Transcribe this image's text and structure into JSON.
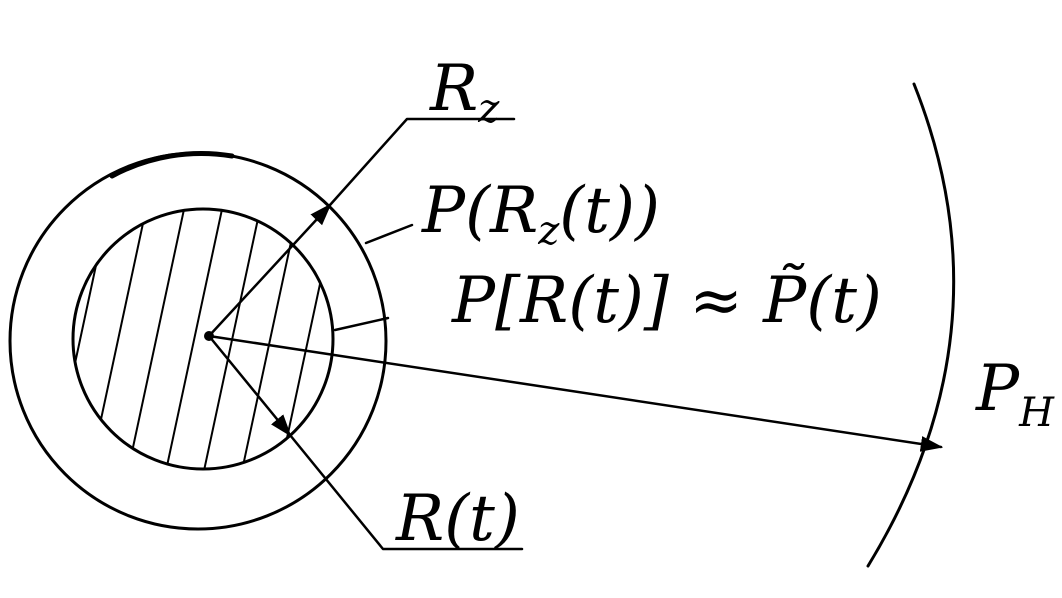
{
  "labels": {
    "rz_main": "R",
    "rz_sub": "z",
    "p_rz": "P(R",
    "p_rz_sub": "z",
    "p_rz_close": "(t))",
    "p_rt": "P[R(t)] ≈ P̃(t)",
    "r_t": "R(t)",
    "p_h_main": "P",
    "p_h_sub": "H"
  },
  "colors": {
    "ink": "#000000",
    "paper": "#ffffff"
  }
}
